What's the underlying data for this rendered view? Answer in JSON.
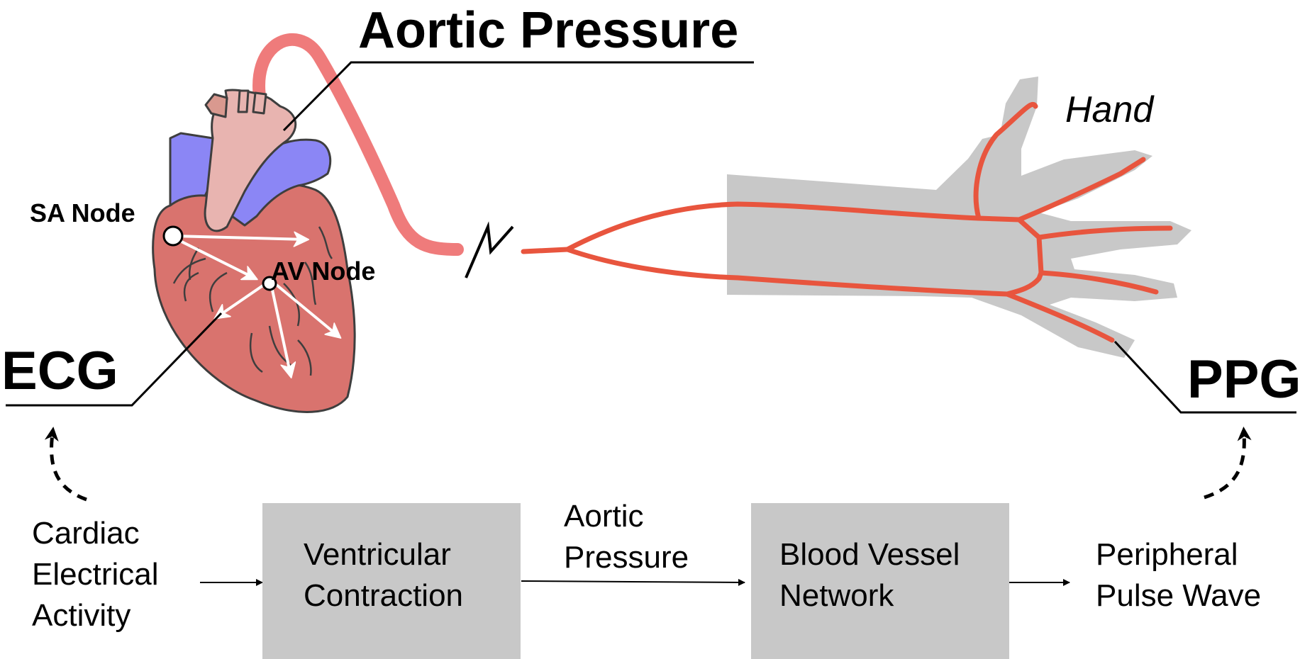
{
  "title": "Aortic Pressure",
  "labels": {
    "sa_node": "SA Node",
    "av_node": "AV Node",
    "ecg": "ECG",
    "ppg": "PPG",
    "hand": "Hand"
  },
  "flow": {
    "input": [
      "Cardiac",
      "Electrical",
      "Activity"
    ],
    "box1": [
      "Ventricular",
      "Contraction"
    ],
    "edge": [
      "Aortic",
      "Pressure"
    ],
    "box2": [
      "Blood Vessel",
      "Network"
    ],
    "output": [
      "Peripheral",
      "Pulse Wave"
    ]
  },
  "colors": {
    "heart": "#d9736e",
    "aorta": "#e8b4b0",
    "vena_cava": "#8b86f5",
    "catheter": "#ef7b7b",
    "vessel": "#e8553e",
    "arm": "#c8c8c8",
    "box": "#c8c8c8"
  }
}
